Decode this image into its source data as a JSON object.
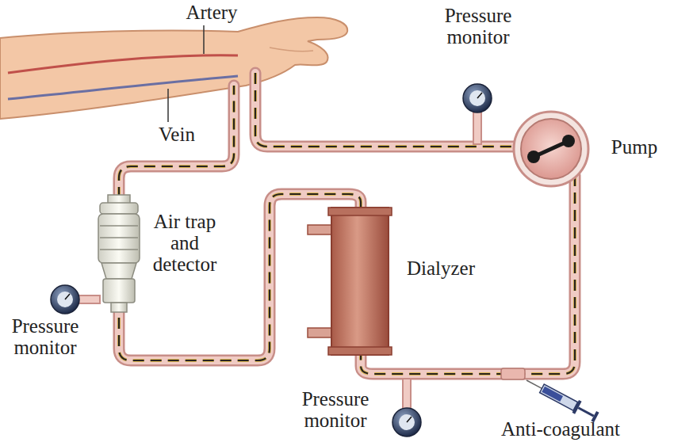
{
  "diagram": {
    "labels": [
      "Artery",
      "Pressure monitor",
      "Pump",
      "Vein",
      "Air trap and detector",
      "Dialyzer",
      "Pressure monitor",
      "Pressure monitor",
      "Anti-coagulant"
    ]
  }
}
